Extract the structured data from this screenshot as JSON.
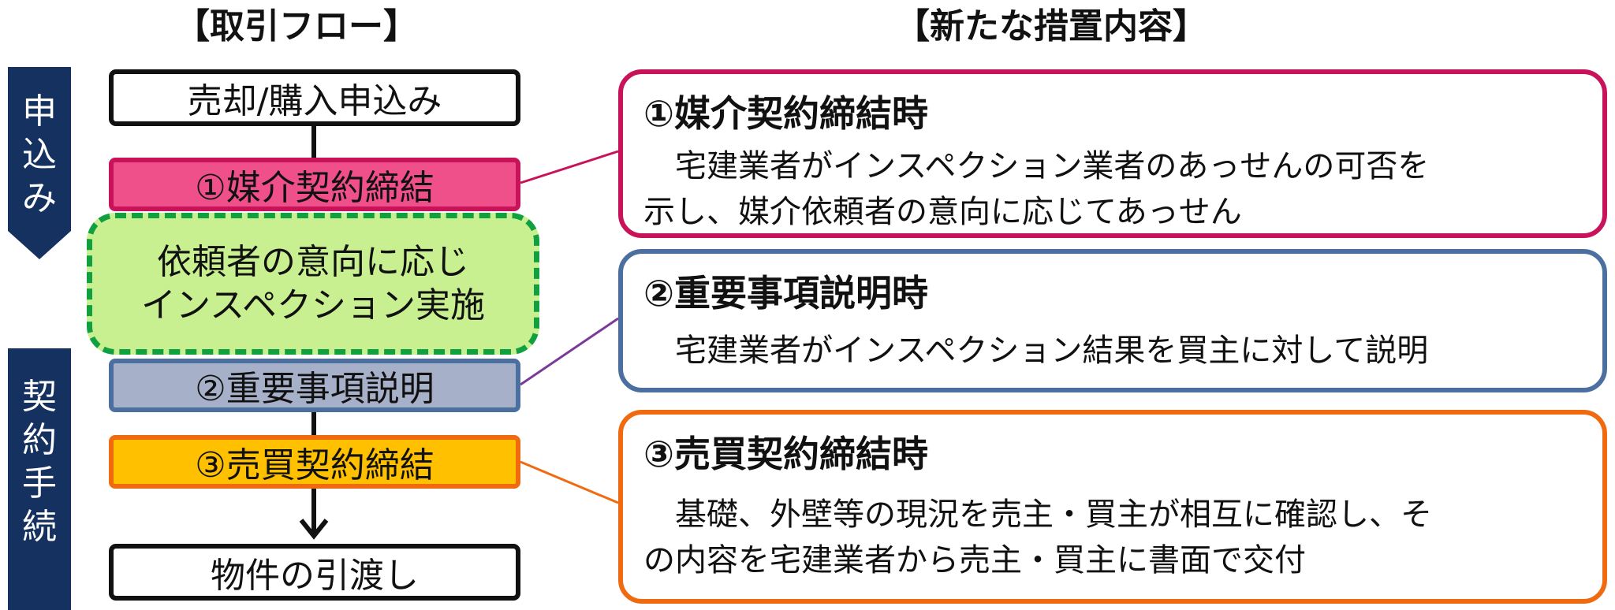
{
  "headers": {
    "left": "【取引フロー】",
    "right": "【新たな措置内容】"
  },
  "phases": [
    {
      "label_chars": [
        "申",
        "込",
        "み"
      ]
    },
    {
      "label_chars": [
        "契",
        "約",
        "手",
        "続"
      ]
    }
  ],
  "flow": {
    "step_offer": "売却/購入申込み",
    "step1": "①媒介契約締結",
    "inspection_line1": "依頼者の意向に応じ",
    "inspection_line2": "インスペクション実施",
    "step2": "②重要事項説明",
    "step3": "③売買契約締結",
    "step_handover": "物件の引渡し"
  },
  "panels": [
    {
      "title": "①媒介契約締結時",
      "lines": [
        "宅建業者がインスペクション業者のあっせんの可否を",
        "示し、媒介依頼者の意向に応じてあっせん"
      ]
    },
    {
      "title": "②重要事項説明時",
      "lines": [
        "宅建業者がインスペクション結果を買主に対して説明"
      ]
    },
    {
      "title": "③売買契約締結時",
      "lines": [
        "基礎、外壁等の現況を売主・買主が相互に確認し、そ",
        "の内容を宅建業者から売主・買主に書面で交付"
      ]
    }
  ],
  "colors": {
    "chevron": "#15315f",
    "pink": "#f0508a",
    "pink_border": "#c8125a",
    "green": "#c8f090",
    "green_border": "#10a040",
    "grey": "#a6b0c8",
    "blue_border": "#4b6f9e",
    "orange": "#ffc000",
    "orange_border": "#f06a10"
  }
}
